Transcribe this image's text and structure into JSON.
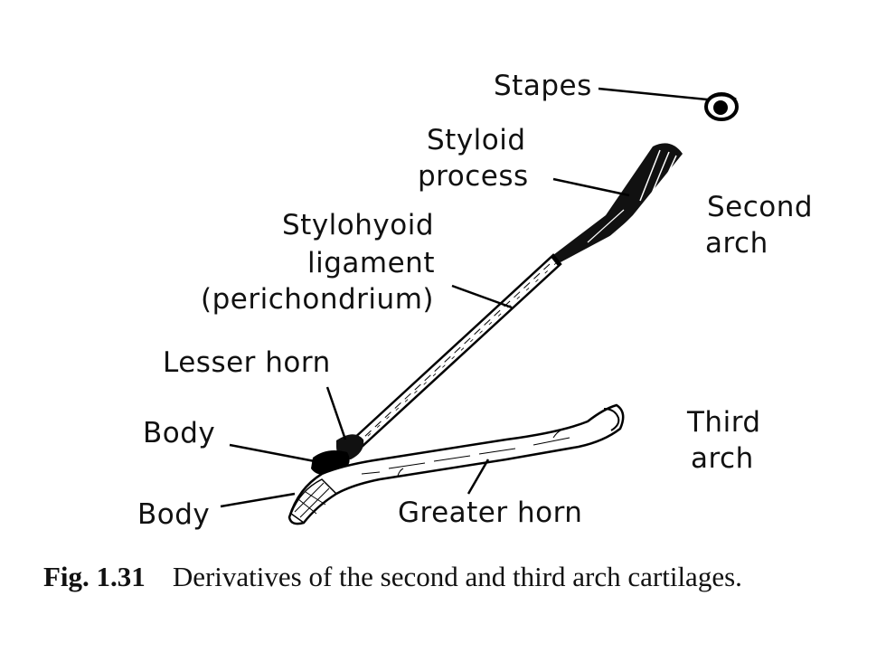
{
  "labels": {
    "stapes": "Stapes",
    "styloid_process": [
      "Styloid",
      "process"
    ],
    "second_arch": [
      "Second",
      "arch"
    ],
    "stylohyoid_ligament": [
      "Stylohyoid",
      "ligament",
      "(perichondrium)"
    ],
    "lesser_horn": "Lesser horn",
    "body_upper": "Body",
    "body_lower": "Body",
    "greater_horn": "Greater horn",
    "third_arch": [
      "Third",
      "arch"
    ]
  },
  "caption": {
    "figure_number": "Fig. 1.31",
    "text": "Derivatives of the second and third arch cartilages."
  }
}
